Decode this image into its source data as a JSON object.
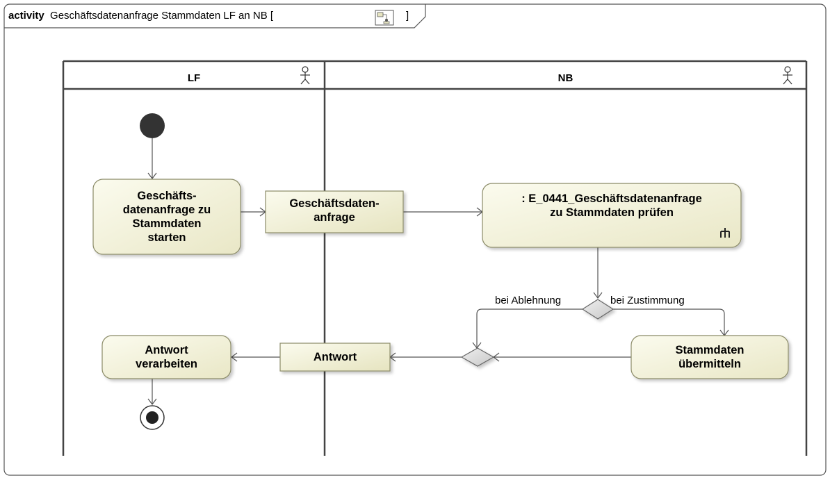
{
  "frame": {
    "keyword": "activity",
    "title": "Geschäftsdatenanfrage Stammdaten LF an NB",
    "bracket_open": "[",
    "bracket_close": "]"
  },
  "lanes": [
    {
      "label": "LF",
      "icon": "actor-icon"
    },
    {
      "label": "NB",
      "icon": "actor-icon"
    }
  ],
  "nodes": {
    "start_action": "Geschäfts-\ndatenanfrage zu\nStammdaten\nstarten",
    "pin_request": "Geschäftsdaten-\nanfrage",
    "call_behavior": ": E_0441_Geschäftsdatenanfrage\nzu Stammdaten prüfen",
    "send_master_data": "Stammdaten\nübermitteln",
    "pin_answer": "Antwort",
    "process_answer": "Antwort\nverarbeiten"
  },
  "guards": {
    "reject": "bei Ablehnung",
    "approve": "bei Zustimmung"
  },
  "colors": {
    "node_fill": "#f1f0d8",
    "node_stroke": "#8b8b68",
    "decision_fill": "#d8d8d8",
    "lane_line": "#444444",
    "frame_line": "#444444"
  }
}
